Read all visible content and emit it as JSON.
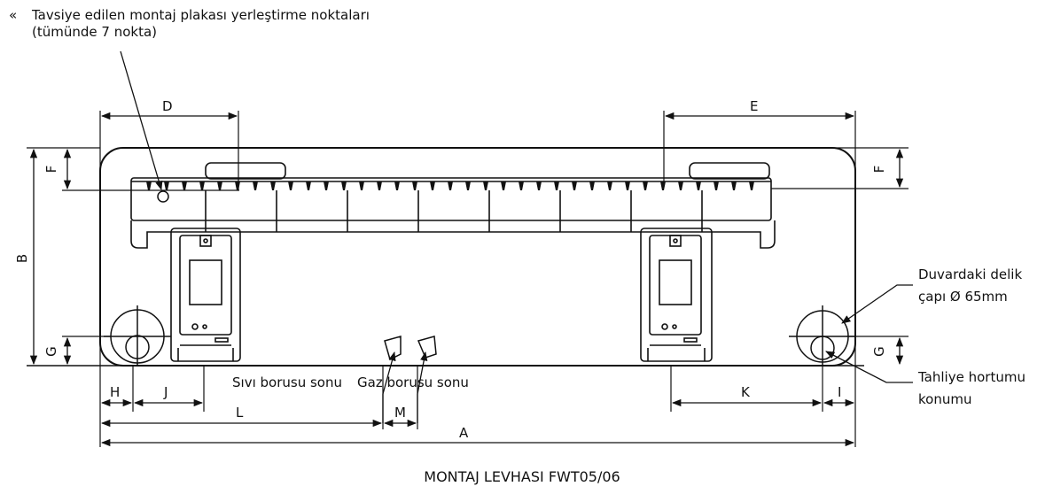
{
  "annotations": {
    "mark": "«",
    "points_line1": "Tavsiye edilen montaj plakası yerleştirme noktaları",
    "points_line2": "(tümünde 7 nokta)",
    "wall_hole_line1": "Duvardaki delik",
    "wall_hole_line2": "çapı Ø 65mm",
    "drain_line1": "Tahliye hortumu",
    "drain_line2": "konumu",
    "liquid_pipe": "Sıvı borusu sonu",
    "gas_pipe": "Gaz borusu sonu"
  },
  "dimensions": {
    "A": "A",
    "B": "B",
    "D": "D",
    "E": "E",
    "F_left": "F",
    "F_right": "F",
    "G_left": "G",
    "G_right": "G",
    "H": "H",
    "I": "I",
    "J": "J",
    "K": "K",
    "L": "L",
    "M": "M"
  },
  "caption": "MONTAJ LEVHASI FWT05/06"
}
